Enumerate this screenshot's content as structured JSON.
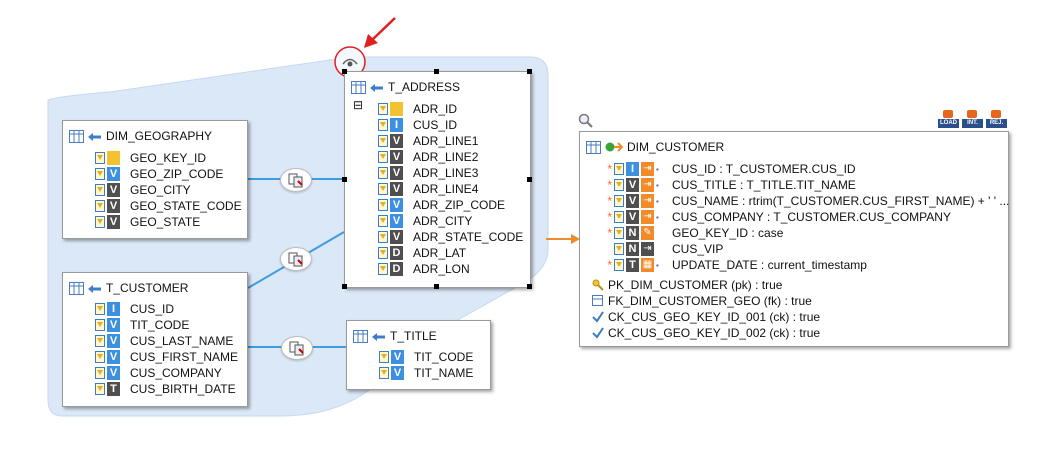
{
  "diagram": {
    "source_tables": [
      {
        "name": "DIM_GEOGRAPHY",
        "columns": [
          {
            "name": "GEO_KEY_ID",
            "type": ""
          },
          {
            "name": "GEO_ZIP_CODE",
            "type": "V"
          },
          {
            "name": "GEO_CITY",
            "type": "V"
          },
          {
            "name": "GEO_STATE_CODE",
            "type": "V"
          },
          {
            "name": "GEO_STATE",
            "type": "V"
          }
        ]
      },
      {
        "name": "T_ADDRESS",
        "columns": [
          {
            "name": "ADR_ID",
            "type": ""
          },
          {
            "name": "CUS_ID",
            "type": "I"
          },
          {
            "name": "ADR_LINE1",
            "type": "V"
          },
          {
            "name": "ADR_LINE2",
            "type": "V"
          },
          {
            "name": "ADR_LINE3",
            "type": "V"
          },
          {
            "name": "ADR_LINE4",
            "type": "V"
          },
          {
            "name": "ADR_ZIP_CODE",
            "type": "V"
          },
          {
            "name": "ADR_CITY",
            "type": "V"
          },
          {
            "name": "ADR_STATE_CODE",
            "type": "V"
          },
          {
            "name": "ADR_LAT",
            "type": "D"
          },
          {
            "name": "ADR_LON",
            "type": "D"
          }
        ]
      },
      {
        "name": "T_CUSTOMER",
        "columns": [
          {
            "name": "CUS_ID",
            "type": "I"
          },
          {
            "name": "TIT_CODE",
            "type": "V"
          },
          {
            "name": "CUS_LAST_NAME",
            "type": "V"
          },
          {
            "name": "CUS_FIRST_NAME",
            "type": "V"
          },
          {
            "name": "CUS_COMPANY",
            "type": "V"
          },
          {
            "name": "CUS_BIRTH_DATE",
            "type": "T"
          }
        ]
      },
      {
        "name": "T_TITLE",
        "columns": [
          {
            "name": "TIT_CODE",
            "type": "V"
          },
          {
            "name": "TIT_NAME",
            "type": "V"
          }
        ]
      }
    ],
    "target_table": {
      "name": "DIM_CUSTOMER",
      "mappings": [
        {
          "type": "I",
          "text": "CUS_ID : T_CUSTOMER.CUS_ID",
          "required": true
        },
        {
          "type": "V",
          "text": "CUS_TITLE : T_TITLE.TIT_NAME",
          "required": true
        },
        {
          "type": "V",
          "text": "CUS_NAME : rtrim(T_CUSTOMER.CUS_FIRST_NAME) + ' ' ...",
          "required": true
        },
        {
          "type": "V",
          "text": "CUS_COMPANY : T_CUSTOMER.CUS_COMPANY",
          "required": true
        },
        {
          "type": "N",
          "text": "GEO_KEY_ID : case",
          "required": true
        },
        {
          "type": "N",
          "text": "CUS_VIP",
          "required": false
        },
        {
          "type": "T",
          "text": "UPDATE_DATE : current_timestamp",
          "required": true
        }
      ],
      "constraints": [
        "PK_DIM_CUSTOMER (pk)  : true",
        "FK_DIM_CUSTOMER_GEO (fk)  : true",
        "CK_CUS_GEO_KEY_ID_001 (ck)  : true",
        "CK_CUS_GEO_KEY_ID_002  (ck)  : true"
      ]
    },
    "stage_badges": [
      "LOAD",
      "INT.",
      "REJ."
    ],
    "colors": {
      "group_fill": "#dbe8f7",
      "link_blue": "#3f9ae0",
      "flow_orange": "#f08a2a",
      "annotation_red": "#e02020"
    },
    "icons": [
      "eye-icon",
      "magnifier-icon",
      "join-icon",
      "table-icon",
      "key-icon"
    ]
  }
}
